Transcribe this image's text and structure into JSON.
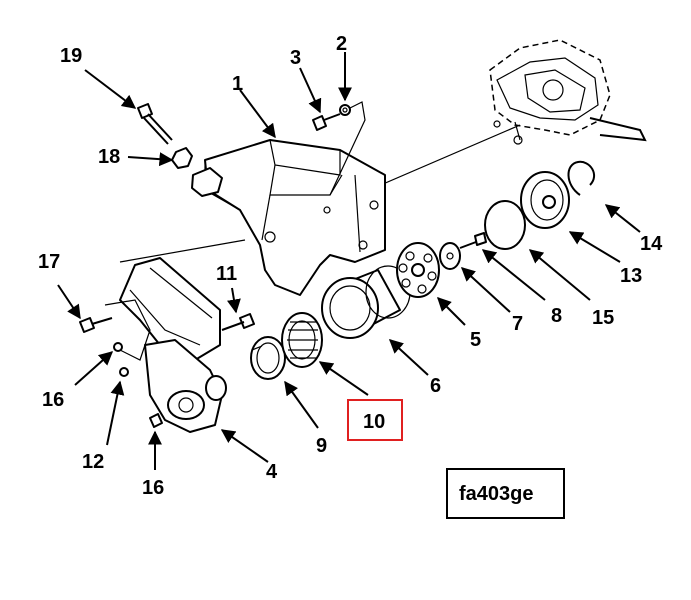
{
  "figure": {
    "code": "fa403ge",
    "highlight_color": "#e02020",
    "callouts": {
      "c1": "1",
      "c2": "2",
      "c3": "3",
      "c4": "4",
      "c5": "5",
      "c6": "6",
      "c7": "7",
      "c8": "8",
      "c9": "9",
      "c10": "10",
      "c11": "11",
      "c12": "12",
      "c13": "13",
      "c14": "14",
      "c15": "15",
      "c16a": "16",
      "c16b": "16",
      "c17": "17",
      "c18": "18",
      "c19": "19"
    },
    "highlighted_callout": "10"
  }
}
